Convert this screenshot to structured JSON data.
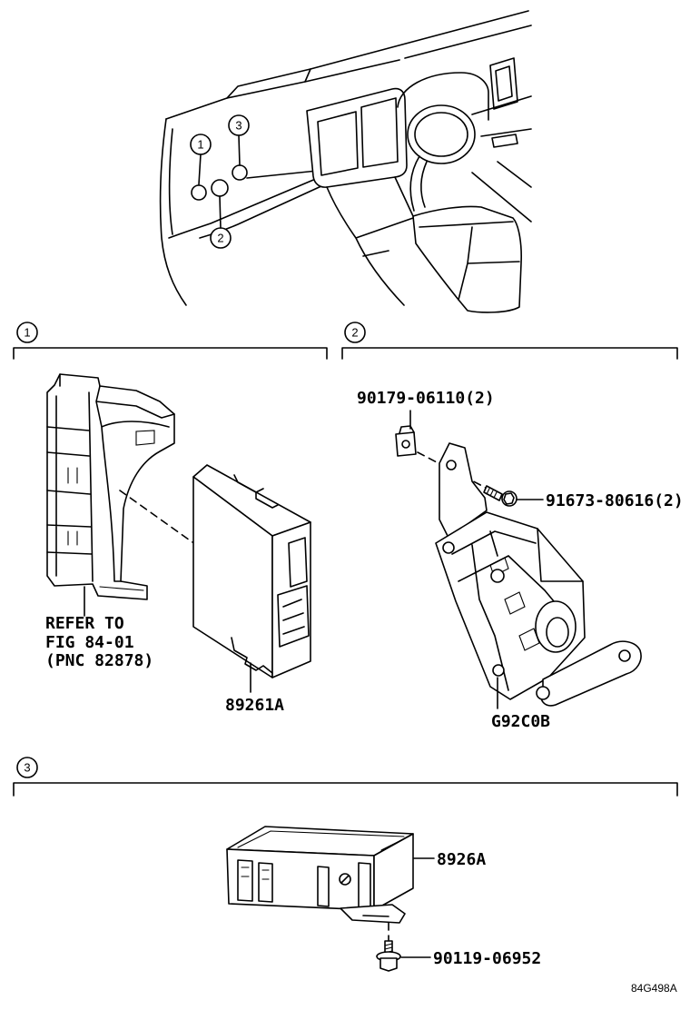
{
  "overview": {
    "callouts": [
      "1",
      "2",
      "3"
    ]
  },
  "sections": [
    {
      "number": "1",
      "note": [
        "REFER TO",
        "FIG 84-01",
        "(PNC 82878)"
      ],
      "parts": [
        "89261A"
      ]
    },
    {
      "number": "2",
      "parts": [
        "90179-06110(2)",
        "91673-80616(2)",
        "G92C0B"
      ]
    },
    {
      "number": "3",
      "parts": [
        "8926A",
        "90119-06952"
      ]
    }
  ],
  "figure_code": "84G498A"
}
